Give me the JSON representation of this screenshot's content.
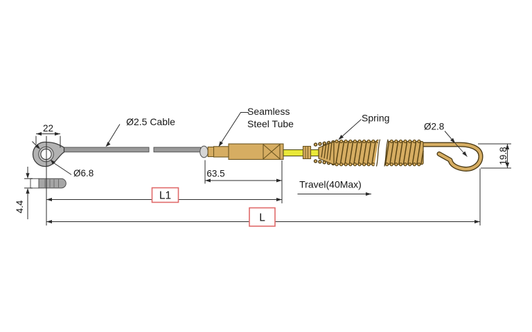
{
  "annotations": {
    "cable_label": "Ø2.5 Cable",
    "tube_label_line1": "Seamless",
    "tube_label_line2": "Steel Tube",
    "spring_label": "Spring",
    "hook_wire_diameter": "Ø2.8"
  },
  "dimensions": {
    "eyelet_width": "22",
    "hole_diameter": "Ø6.8",
    "tube_length": "63.5",
    "end_fitting_height": "4.4",
    "travel": "Travel(40Max)",
    "length_l1": "L1",
    "length_total": "L",
    "hook_height": "19.8"
  },
  "colors": {
    "steel_gray": "#9a9a9a",
    "brass_tan": "#d6ad62",
    "yellow_rod": "#e9e838",
    "dimension_red": "#e06a6a",
    "line_color": "#1c1c1c"
  }
}
